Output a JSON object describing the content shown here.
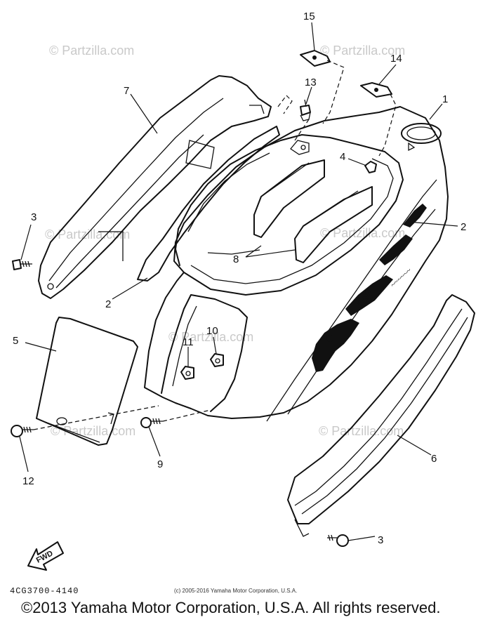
{
  "diagram": {
    "callouts": [
      "1",
      "2",
      "2",
      "3",
      "3",
      "4",
      "5",
      "6",
      "7",
      "8",
      "9",
      "10",
      "11",
      "12",
      "13",
      "14",
      "15"
    ],
    "fwd_label": "FWD",
    "decal_text": "100"
  },
  "watermarks": [
    "© Partzilla.com",
    "© Partzilla.com",
    "© Partzilla.com",
    "© Partzilla.com",
    "© Partzilla.com",
    "© Partzilla.com",
    "© Partzilla.com"
  ],
  "part_code": "4CG3700-4140",
  "inner_copyright": "(c) 2005-2016 Yamaha Motor Corporation, U.S.A.",
  "footer_copyright": "©2013 Yamaha Motor Corporation, U.S.A. All rights reserved."
}
